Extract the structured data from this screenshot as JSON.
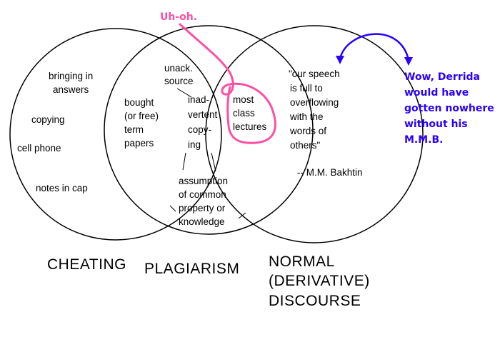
{
  "annotation_pink": "Uh-oh.",
  "annotation_blue": [
    "Wow, Derrida",
    "would have",
    "gotten nowhere",
    "without his",
    "M.M.B."
  ],
  "cheating": {
    "title": "CHEATING",
    "items": [
      [
        "bringing in",
        "answers"
      ],
      [
        "copying"
      ],
      [
        "cell phone"
      ],
      [
        "notes in cap"
      ]
    ]
  },
  "plagiarism": {
    "title": "PLAGIARISM",
    "items": [
      [
        "bought",
        "(or free)",
        "term",
        "papers"
      ],
      [
        "inad-",
        "vertent",
        "copy-",
        "ing"
      ]
    ]
  },
  "overlap_cheating_plagiarism": [
    "unack.",
    "source"
  ],
  "overlap_plagiarism_discourse": [
    "most",
    "class",
    "lectures"
  ],
  "overlap_all": [
    "assumption",
    "of common",
    "property or",
    "knowledge"
  ],
  "discourse": {
    "title": [
      "NORMAL",
      "(DERIVATIVE)",
      "DISCOURSE"
    ],
    "quote": [
      "\"our speech",
      "is full to",
      "overflowing",
      "with the",
      "words of",
      "others\""
    ],
    "attribution": "-- M.M. Bakhtin"
  },
  "colors": {
    "pink": "#ff4fa3",
    "blue": "#2b00ff",
    "outline": "#000000"
  }
}
